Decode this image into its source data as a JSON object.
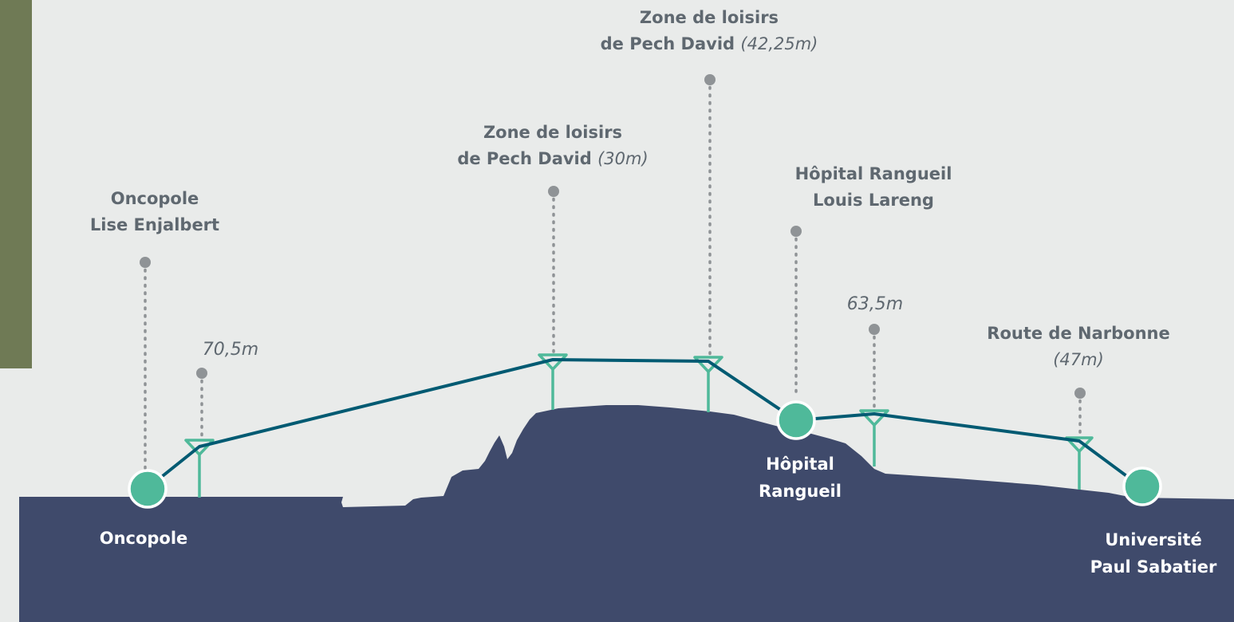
{
  "colors": {
    "sky": "#e9ebea",
    "ground": "#3f4a6b",
    "cable": "#005a72",
    "pylon": "#4fb99a",
    "station_fill": "#4fb99a",
    "station_stroke": "#ffffff",
    "leader": "#8f9396",
    "label_text": "#5f6870",
    "station_text": "#ffffff",
    "photo": "#6f7a55"
  },
  "labels": {
    "oncopole_poi": {
      "line1": "Oncopole",
      "line2": "Lise Enjalbert"
    },
    "pylon1_height": "70,5m",
    "pech30": {
      "line1": "Zone de loisirs",
      "line2_prefix": "de Pech David ",
      "height": "(30m)"
    },
    "pech42": {
      "line1": "Zone de loisirs",
      "line2_prefix": "de Pech David ",
      "height": "(42,25m)"
    },
    "rangueil_poi": {
      "line1": "Hôpital Rangueil",
      "line2": "Louis Lareng"
    },
    "pylon_635_height": "63,5m",
    "narbonne": {
      "line1": "Route de Narbonne",
      "height": "(47m)"
    }
  },
  "stations": {
    "oncopole": "Oncopole",
    "rangueil": {
      "line1": "Hôpital",
      "line2": "Rangueil"
    },
    "ups": {
      "line1": "Université",
      "line2": "Paul Sabatier"
    }
  },
  "icons": {
    "station": "circle-station-icon",
    "pylon": "pylon-icon",
    "marker": "dot-marker-icon"
  }
}
